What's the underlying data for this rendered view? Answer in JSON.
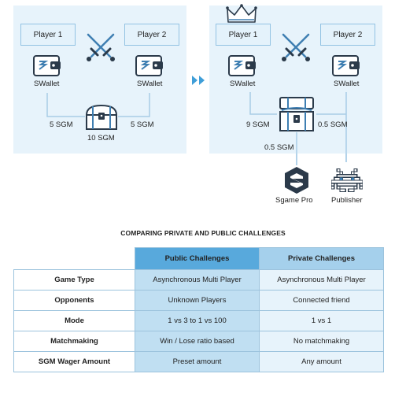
{
  "left_diagram": {
    "player1": "Player 1",
    "player2": "Player 2",
    "wallet1": "SWallet",
    "wallet2": "SWallet",
    "stake1": "5 SGM",
    "stake2": "5 SGM",
    "pot": "10 SGM"
  },
  "right_diagram": {
    "player1": "Player 1",
    "player2": "Player 2",
    "wallet1": "SWallet",
    "wallet2": "SWallet",
    "winner_amount": "9 SGM",
    "publisher_amount": "0.5 SGM",
    "platform_amount": "0.5 SGM",
    "platform_label": "Sgame Pro",
    "publisher_label": "Publisher"
  },
  "icons": {
    "wallet": "wallet-icon",
    "swords": "crossed-swords-icon",
    "chest": "treasure-chest-icon",
    "crown": "crown-icon",
    "arrow": "double-chevron-right-icon",
    "platform": "sgame-logo-icon",
    "publisher": "space-invader-icon"
  },
  "colors": {
    "panel_bg": "#e7f3fb",
    "accent_blue": "#58a9dc",
    "light_blue": "#a5d0ec",
    "line_blue": "#9cc3dd",
    "dark_navy": "#2b3a4a"
  },
  "comparison": {
    "title": "COMPARING PRIVATE AND PUBLIC CHALLENGES",
    "headers": [
      "Public Challenges",
      "Private Challenges"
    ],
    "rows": [
      {
        "label": "Game Type",
        "public": "Asynchronous Multi Player",
        "private": "Asynchronous Multi Player"
      },
      {
        "label": "Opponents",
        "public": "Unknown Players",
        "private": "Connected friend"
      },
      {
        "label": "Mode",
        "public": "1 vs 3 to 1 vs 100",
        "private": "1 vs 1"
      },
      {
        "label": "Matchmaking",
        "public": "Win / Lose ratio based",
        "private": "No matchmaking"
      },
      {
        "label": "SGM Wager Amount",
        "public": "Preset amount",
        "private": "Any amount"
      }
    ]
  }
}
